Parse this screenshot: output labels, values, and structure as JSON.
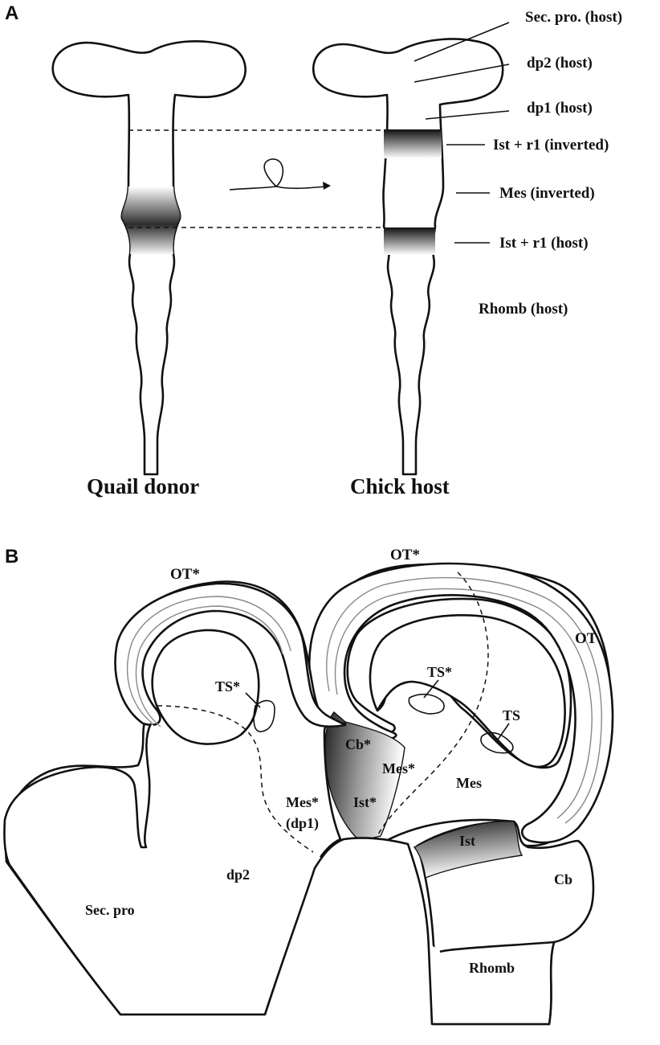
{
  "panel_a": {
    "letter": "A",
    "donor_caption": "Quail donor",
    "host_caption": "Chick host",
    "labels": {
      "sec_pro": "Sec. pro. (host)",
      "dp2": "dp2 (host)",
      "dp1": "dp1 (host)",
      "ist_inverted": "Ist + r1 (inverted)",
      "mes_inverted": "Mes (inverted)",
      "ist_host": "Ist + r1 (host)",
      "rhomb": "Rhomb (host)"
    }
  },
  "panel_b": {
    "letter": "B",
    "labels": {
      "ot_star_left": "OT*",
      "ot_star_right": "OT*",
      "ot": "OT",
      "ts_star_left": "TS*",
      "ts_star_right": "TS*",
      "ts": "TS",
      "cb_star": "Cb*",
      "mes_star": "Mes*",
      "mes": "Mes",
      "ist_star": "Ist*",
      "mes_star_dp1": "Mes*",
      "dp1_paren": "(dp1)",
      "ist": "Ist",
      "dp2": "dp2",
      "cb": "Cb",
      "sec_pro": "Sec. pro",
      "rhomb": "Rhomb"
    }
  }
}
